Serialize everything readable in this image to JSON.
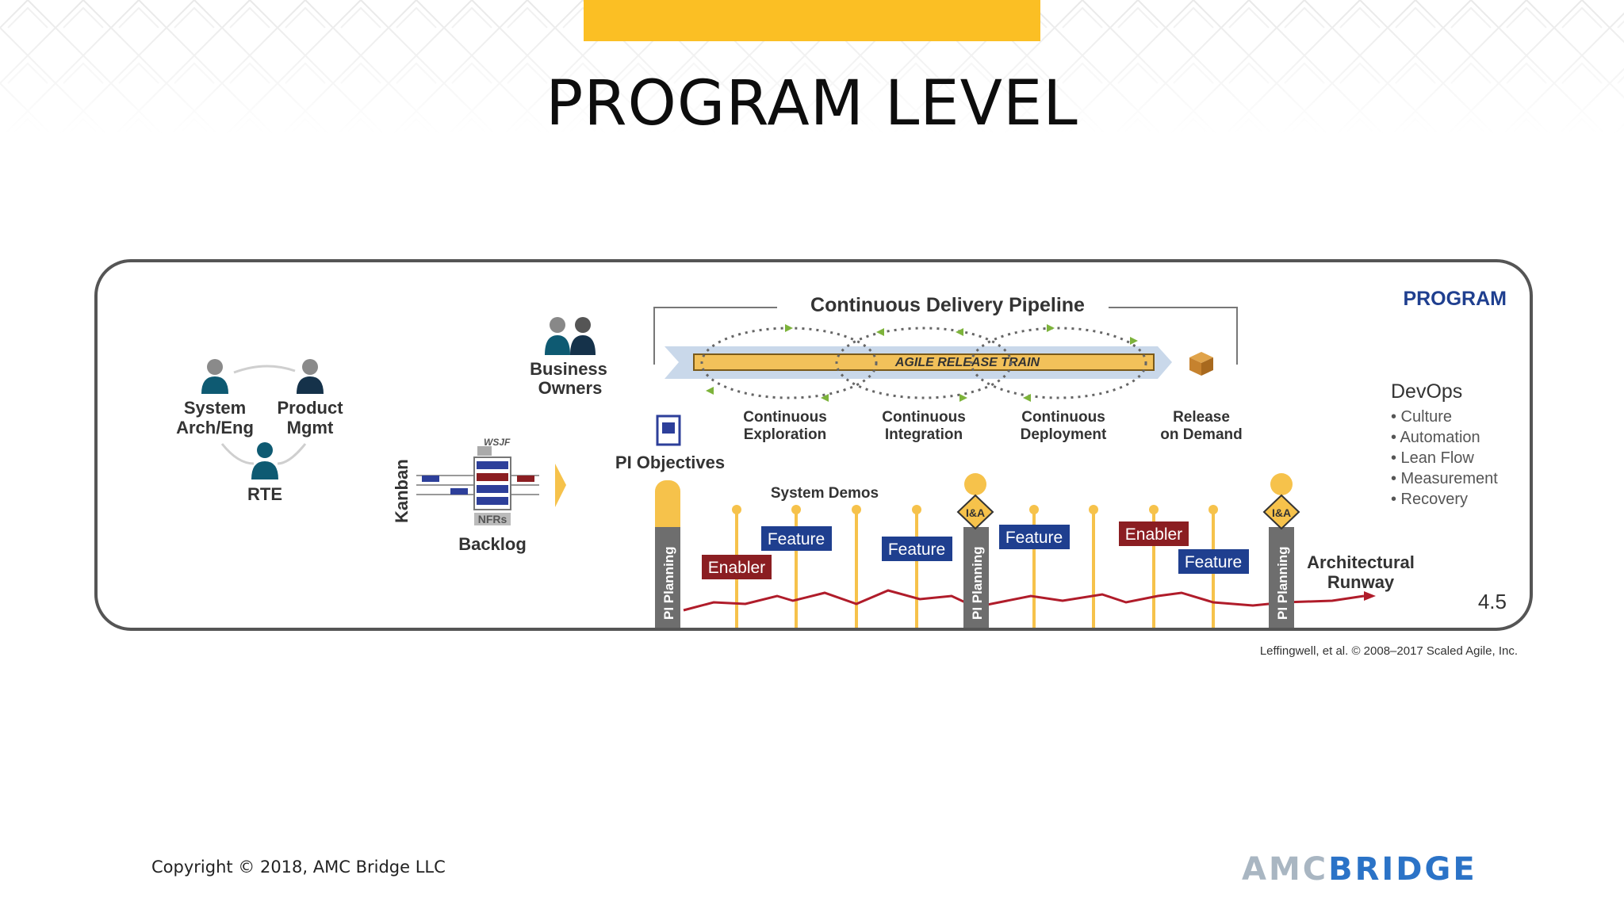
{
  "header": {
    "title": "PROGRAM LEVEL"
  },
  "colors": {
    "accent": "#fbbf24",
    "navy": "#1f3f8f",
    "maroon": "#8b1e22",
    "teal": "#0e5a72",
    "orange_post": "#f6c24b",
    "runway": "#b01c2a",
    "frame": "#555555"
  },
  "diagram": {
    "level_label": "PROGRAM",
    "roles": {
      "system_arch_1": "System",
      "system_arch_2": "Arch/Eng",
      "product_mgmt_1": "Product",
      "product_mgmt_2": "Mgmt",
      "rte": "RTE"
    },
    "business_owners_1": "Business",
    "business_owners_2": "Owners",
    "kanban": "Kanban",
    "backlog": "Backlog",
    "wsjf": "WSJF",
    "nfrs": "NFRs",
    "pi_objectives": "PI Objectives",
    "pipeline": {
      "title": "Continuous Delivery Pipeline",
      "train": "AGILE RELEASE TRAIN",
      "stages": [
        {
          "l1": "Continuous",
          "l2": "Exploration"
        },
        {
          "l1": "Continuous",
          "l2": "Integration"
        },
        {
          "l1": "Continuous",
          "l2": "Deployment"
        },
        {
          "l1": "Release",
          "l2": "on Demand"
        }
      ]
    },
    "devops": {
      "title": "DevOps",
      "items": [
        "• Culture",
        "• Automation",
        "• Lean Flow",
        "• Measurement",
        "• Recovery"
      ]
    },
    "system_demos": "System Demos",
    "pi_planning": "PI Planning",
    "ia": "I&A",
    "labels": {
      "feature": "Feature",
      "enabler": "Enabler"
    },
    "runway_1": "Architectural",
    "runway_2": "Runway",
    "version": "4.5",
    "credit": "Leffingwell, et al. © 2008–2017 Scaled Agile, Inc."
  },
  "footer": {
    "copyright": "Copyright © 2018, AMC Bridge LLC",
    "logo_left": "AMC",
    "logo_right": "BRIDGE"
  }
}
